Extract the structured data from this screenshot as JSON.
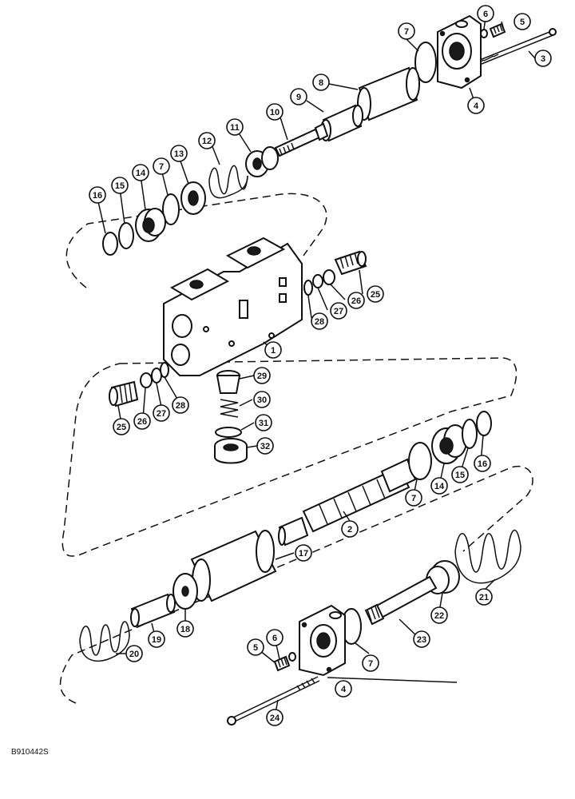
{
  "drawing_reference": "B910442S",
  "callouts": {
    "c1": "1",
    "c2": "2",
    "c3": "3",
    "c4_top": "4",
    "c4_bottom": "4",
    "c5_top": "5",
    "c5_bottom": "5",
    "c6_top": "6",
    "c6_bottom": "6",
    "c7_top": "7",
    "c7_mid": "7",
    "c7_lower": "7",
    "c7_bottom": "7",
    "c8": "8",
    "c9": "9",
    "c10": "10",
    "c11": "11",
    "c12": "12",
    "c13": "13",
    "c14_top": "14",
    "c14_bottom": "14",
    "c15_top": "15",
    "c15_bottom": "15",
    "c16_top": "16",
    "c16_bottom": "16",
    "c17": "17",
    "c18": "18",
    "c19": "19",
    "c20": "20",
    "c21": "21",
    "c22": "22",
    "c23": "23",
    "c24": "24",
    "c25_right": "25",
    "c25_left": "25",
    "c26_right": "26",
    "c26_left": "26",
    "c27_right": "27",
    "c27_left": "27",
    "c28_right": "28",
    "c28_left": "28",
    "c29": "29",
    "c30": "30",
    "c31": "31",
    "c32": "32"
  }
}
